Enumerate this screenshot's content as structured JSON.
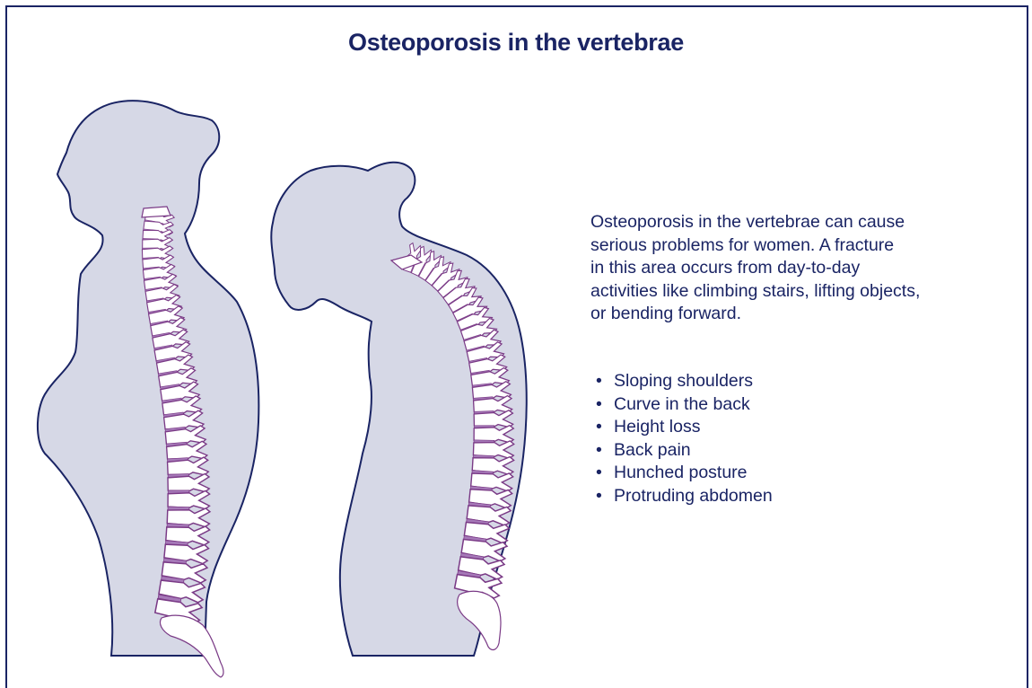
{
  "title": "Osteoporosis in the vertebrae",
  "description": "Osteoporosis in the vertebrae can cause serious problems for women.  A fracture in this area occurs from day-to-day activities like climbing stairs, lifting objects, or bending forward.",
  "description_lines": [
    "Osteoporosis in the vertebrae can cause",
    "serious problems for women.  A fracture",
    "in this area occurs from day-to-day",
    "activities like climbing stairs, lifting objects,",
    "or bending forward."
  ],
  "symptoms": [
    "Sloping shoulders",
    "Curve in the back",
    "Height loss",
    "Back pain",
    "Hunched posture",
    "Protruding abdomen"
  ],
  "bullet_glyph": "•",
  "colors": {
    "frame": "#1a2464",
    "text": "#1a2464",
    "silhouette_fill": "#d6d8e6",
    "silhouette_stroke": "#1a2464",
    "vertebra_fill": "#ffffff",
    "vertebra_stroke": "#7a3a86",
    "disc_fill": "#a679b8"
  }
}
